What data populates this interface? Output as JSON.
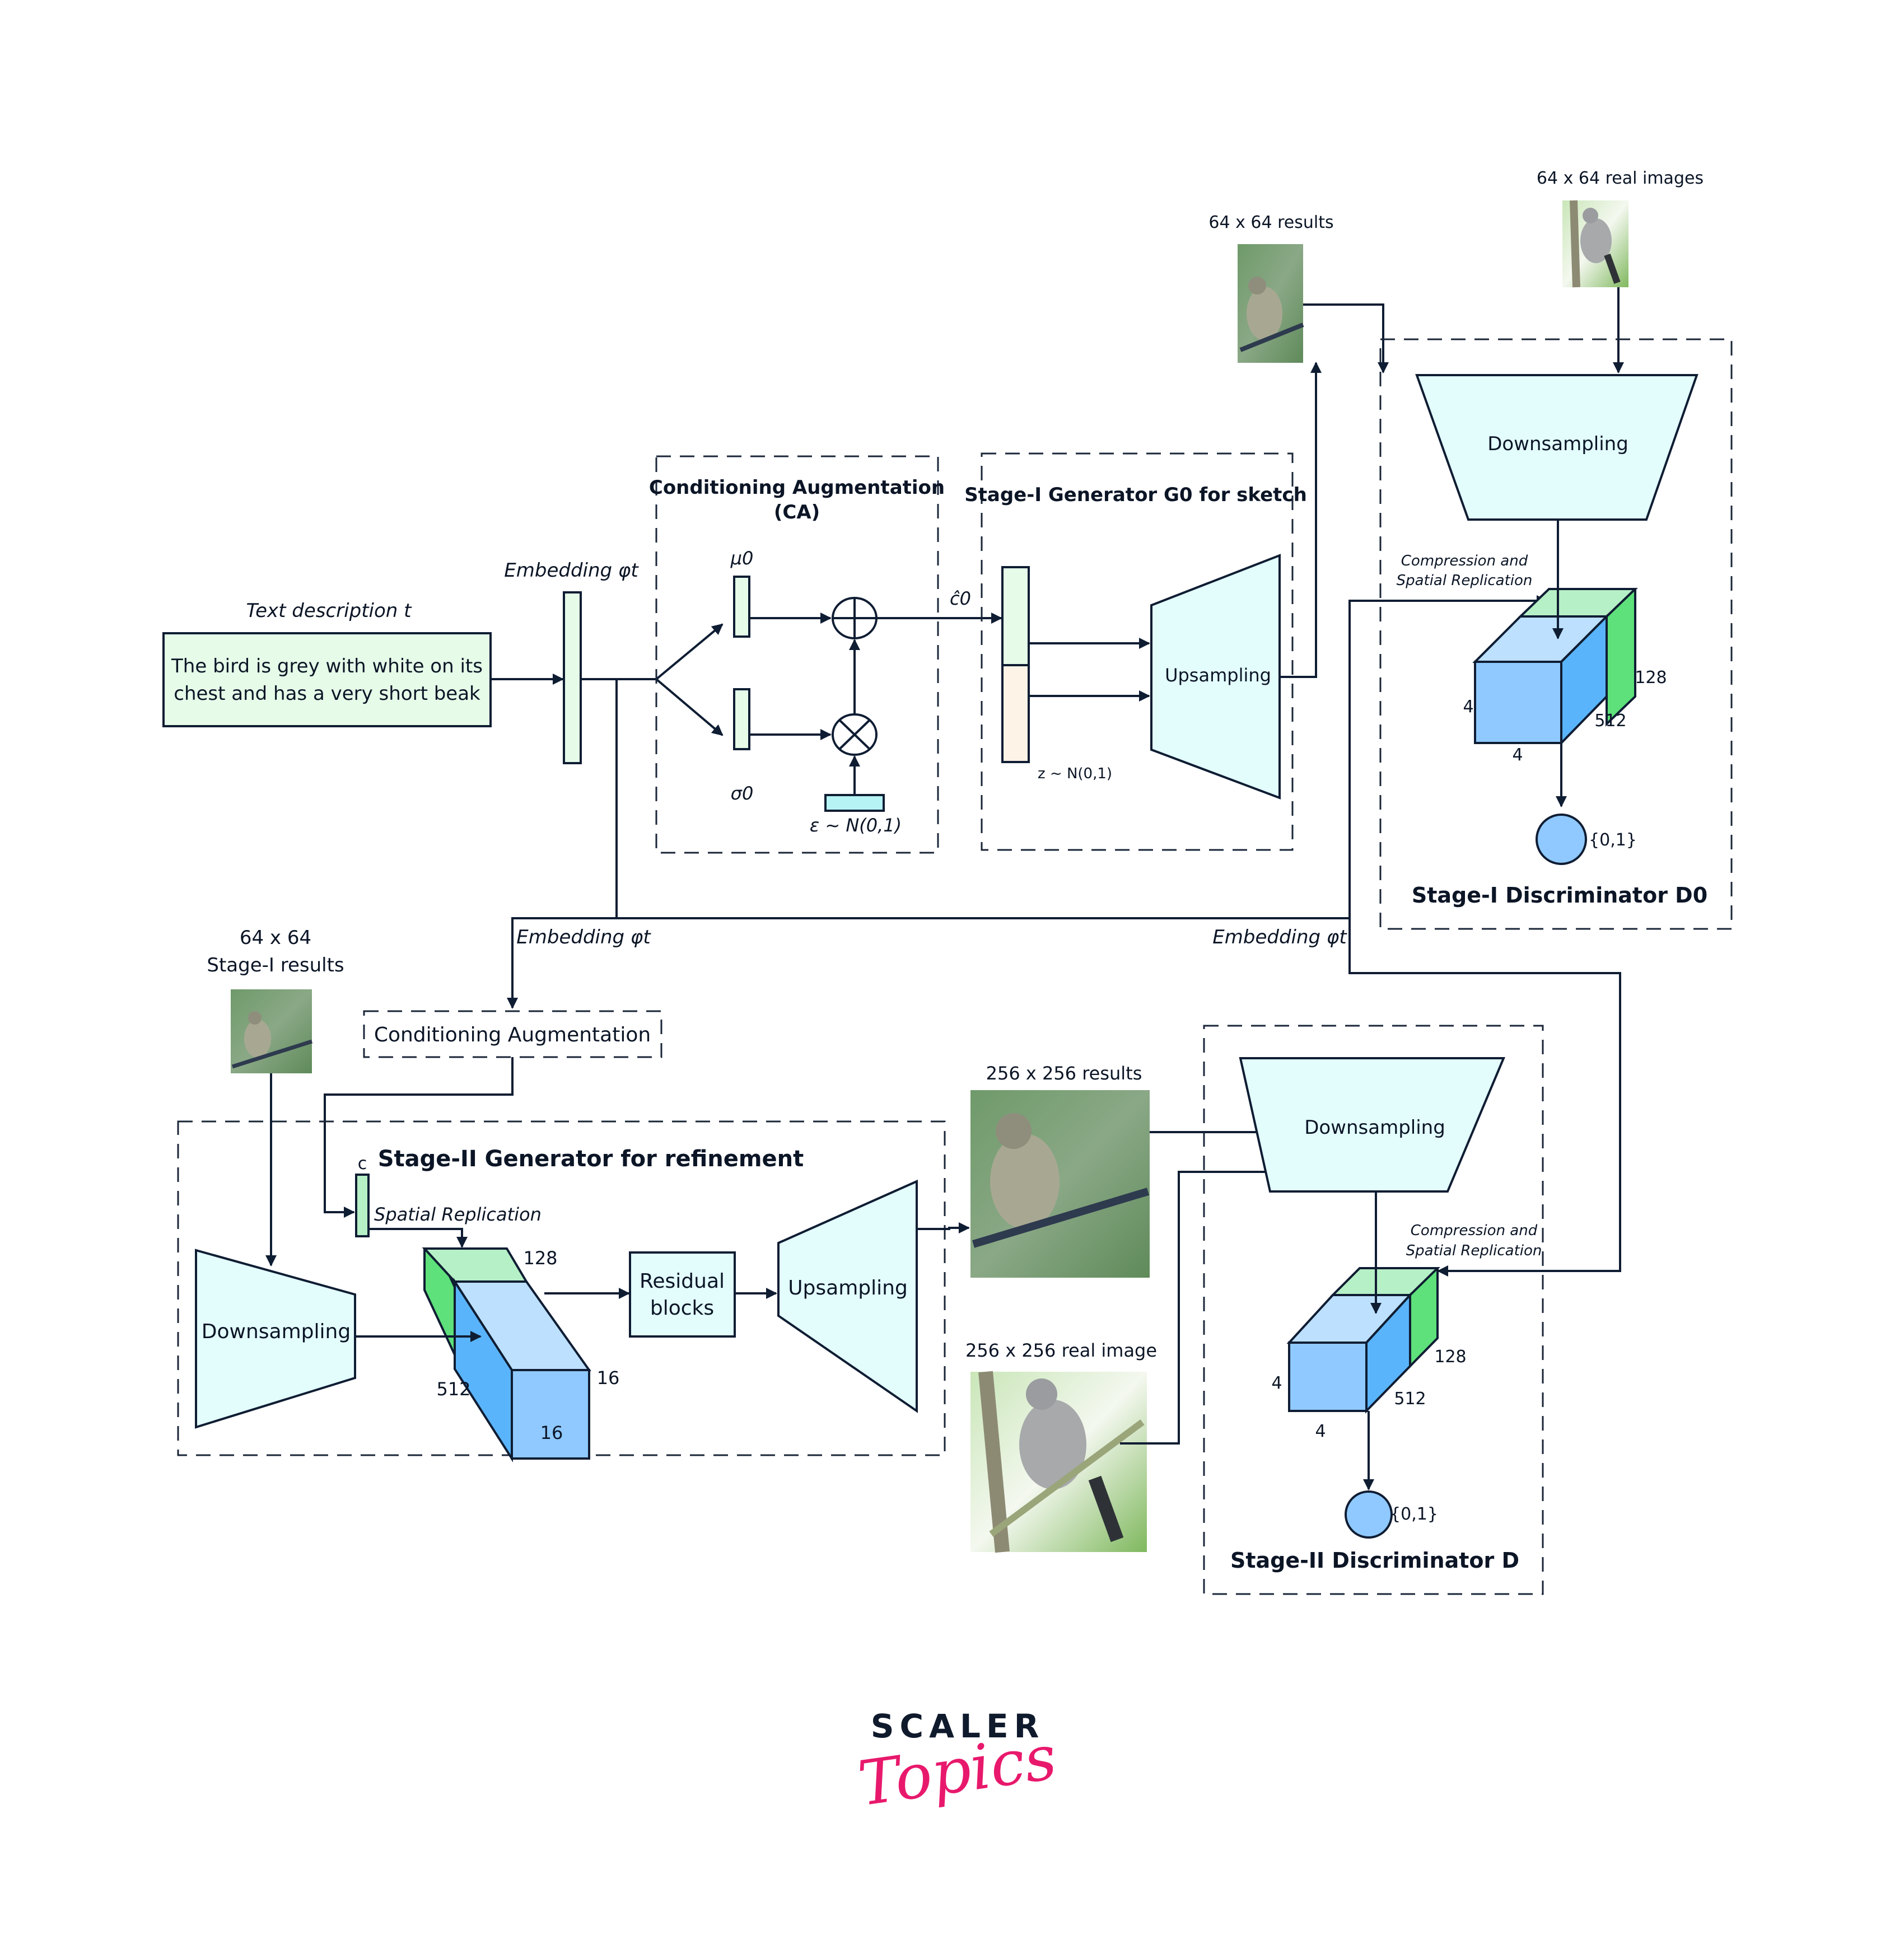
{
  "colors": {
    "line": "#0f1d33",
    "pale_green": "#e6fbe8",
    "pale_cyan": "#e3fdfd",
    "noise_cyan": "#b6f3f5",
    "noise_peach": "#fdf3e6",
    "cube_top_green": "#b6f0c6",
    "cube_side_green": "#5ee07a",
    "cube_top_blue": "#bde0ff",
    "cube_front_blue": "#8fc9ff",
    "cube_side_blue": "#5ab4fb",
    "brand_pink": "#e8196c",
    "brand_navy": "#0f1a2c"
  },
  "text_input": {
    "label": "Text description t",
    "content_line1": "The bird is grey with white on its",
    "content_line2": "chest and has a very short beak"
  },
  "embedding": {
    "label_top": "Embedding φt",
    "label_mid": "Embedding φt",
    "label_right": "Embedding φt"
  },
  "ca_block": {
    "title_line1": "Conditioning Augmentation",
    "title_line2": "(CA)",
    "mu_label": "μ0",
    "sigma_label": "σ0",
    "epsilon_label": "ε ~ N(0,1)",
    "output_label": "ĉ0"
  },
  "stage1_generator": {
    "title": "Stage-I Generator G0 for sketch",
    "noise_label": "z ~ N(0,1)",
    "upsampling_label": "Upsampling"
  },
  "stage1_images": {
    "results_label": "64 x 64 results",
    "real_label": "64 x 64 real images"
  },
  "stage1_discriminator": {
    "title": "Stage-I Discriminator D0",
    "downsampling_label": "Downsampling",
    "compression_line1": "Compression and",
    "compression_line2": "Spatial Replication",
    "dims": {
      "depth": "128",
      "channels": "512",
      "height": "4",
      "width": "4"
    },
    "output_label": "{0,1}"
  },
  "stage2_input": {
    "label_line1": "64 x 64",
    "label_line2": "Stage-I results"
  },
  "ca_small": {
    "label": "Conditioning Augmentation"
  },
  "stage2_generator": {
    "title": "Stage-II Generator for refinement",
    "c_label": "c",
    "spatial_label": "Spatial Replication",
    "downsampling_label": "Downsampling",
    "residual_line1": "Residual",
    "residual_line2": "blocks",
    "upsampling_label": "Upsampling",
    "dims": {
      "depth": "128",
      "channels": "512",
      "height": "16",
      "width": "16"
    }
  },
  "stage2_images": {
    "results_label": "256 x 256 results",
    "real_label": "256 x 256 real image"
  },
  "stage2_discriminator": {
    "title": "Stage-II Discriminator D",
    "downsampling_label": "Downsampling",
    "compression_line1": "Compression and",
    "compression_line2": "Spatial Replication",
    "dims": {
      "depth": "128",
      "channels": "512",
      "height": "4",
      "width": "4"
    },
    "output_label": "{0,1}"
  },
  "logo": {
    "line1": "SCALER",
    "line2": "Topics"
  }
}
